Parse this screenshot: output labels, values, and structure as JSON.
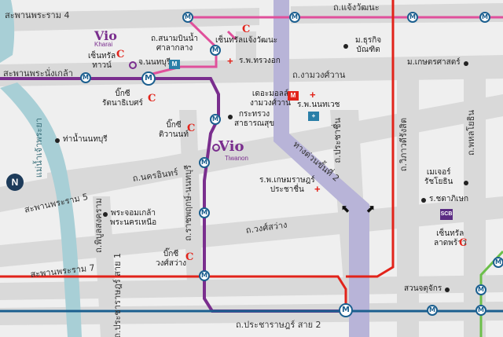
{
  "map": {
    "roads": {
      "saphan_phra_ram_4": "สะพานพระราม 4",
      "chaeng_watthana": "ถ.แจ้งวัฒนะ",
      "saphan_phra_nangklao": "สะพานพระนั่งเกล้า",
      "ngam_wong_wan": "ถ.งามวงศ์วาน",
      "nakhon_in": "ถ.นครอินทร์",
      "saphan_phra_ram_5": "สะพานพระราม 5",
      "phibun_songkhram": "ถ.พิบูลสงคราม",
      "ratchaphruek_nonthaburi": "ถ.ราชพฤกษ์-นนทบุรี",
      "wong_sawang": "ถ.วงศ์สว่าง",
      "saphan_phra_ram_7": "สะพานพระราม 7",
      "prachachuen": "ถ.ประชาชื่น",
      "expressway_2": "ทางด่วนขั้นที่ 2",
      "vibhavadi_rangsit": "ถ.วิภาวดีรังสิต",
      "phahonyothin": "ถ.พหลโยธิน",
      "pracharat_sai_1": "ถ.ประชาราษฎร์ สาย 1",
      "pracharat_sai_2": "ถ.ประชาราษฎร์ สาย 2"
    },
    "river": "แม่น้ำเจ้าพระยา",
    "places": {
      "central_chaeng_watthana": "เซ็นทรัลแจ้งวัฒนะ",
      "chonprathan_hospital": "ร.พ.ทรวงอก",
      "dhurakij_pundit": [
        "ม.ธุรกิจ",
        "บัณฑิต"
      ],
      "kasetsart": "ม.เกษตรศาสตร์",
      "central_town": [
        "เซ็นทรัล",
        "ทาวน์"
      ],
      "sanam_bin_nam": [
        "ถ.สนามบินน้ำ",
        "ศาลากลาง"
      ],
      "nonthaburi_hospital_stn": "จ.นนทบุรี",
      "bigc_rattanathibet": [
        "บิ๊กซี",
        "รัตนาธิเบศร์"
      ],
      "bigc_tiwanon": [
        "บิ๊กซี",
        "ติวานนท์"
      ],
      "moph": [
        "กระทรวง",
        "สาธารณสุข"
      ],
      "the_mall_ngamwongwan": [
        "เดอะมอลล์",
        "งามวงศ์วาน"
      ],
      "nonthavej_hospital": "ร.พ.นนทเวช",
      "tha_nam_nonthaburi": "ท่าน้ำนนทบุรี",
      "kasemrad_prachachuen": [
        "ร.พ.เกษมราษฎร์",
        "ประชาชื่น"
      ],
      "major_ratchayothin": [
        "เมเจอร์",
        "รัชโยธิน"
      ],
      "ratchada_intersection": "ร.ชดาภิเษก",
      "central_ladprao": [
        "เซ็นทรัล",
        "ลาดพร้าว"
      ],
      "phra_chom_klao": [
        "พระจอมเกล้า",
        "พระนครเหนือ"
      ],
      "bigc_wongsawang": [
        "บิ๊กซี",
        "วงศ์สว่าง"
      ],
      "suan_chatuchak": "สวนจตุจักร"
    },
    "vio_kharai": {
      "brand": "Vio",
      "sub": "Kharai"
    },
    "vio_tiwanon": {
      "brand": "Vio",
      "sub": "Tiwanon"
    },
    "compass": "N",
    "badges": {
      "bigc": "C",
      "central": "C",
      "scb": "SCB",
      "mall": "M",
      "vej": "+"
    },
    "colors": {
      "purple_line": "#7a2e8e",
      "pink_line": "#e0509b",
      "red_line": "#e2231a",
      "blue_line": "#1b5f8f",
      "river": "#a8cfd6",
      "expressway": "#b8b4d8",
      "road": "#d6d6d6"
    }
  }
}
